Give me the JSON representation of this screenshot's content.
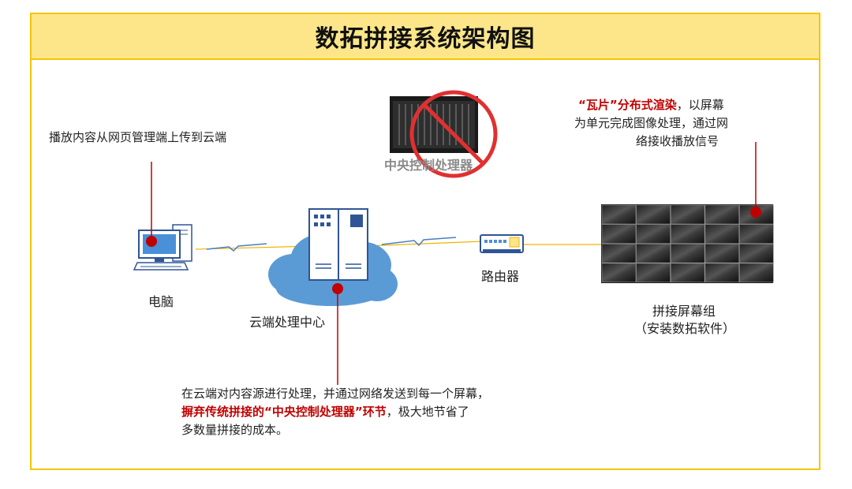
{
  "title": "数拓拼接系统架构图",
  "labels": {
    "computer": "电脑",
    "cloud_center": "云端处理中心",
    "router": "路由器",
    "screen_group_line1": "拼接屏幕组",
    "screen_group_line2": "（安装数拓软件）",
    "central_controller": "中央控制处理器"
  },
  "notes": {
    "upload": "播放内容从网页管理端上传到云端",
    "tile_red": "“瓦片”分布式渲染",
    "tile_rest1": "，以屏幕",
    "tile_line2": "为单元完成图像处理，通过网",
    "tile_line3": "络接收播放信号",
    "cloud_line1": "在云端对内容源进行处理，并通过网络发送到每一个屏幕，",
    "cloud_red": "摒弃传统拼接的“中央控制处理器”环节",
    "cloud_rest2": "，极大地节省了",
    "cloud_line3": "多数量拼接的成本。"
  },
  "colors": {
    "accent_yellow": "#f5c500",
    "title_bg": "#fde68a",
    "marker_red": "#c00000",
    "cloud_blue": "#5b9bd5",
    "connection_line": "#f0b400"
  },
  "icons": [
    "computer-icon",
    "cloud-icon",
    "server-icon",
    "router-icon",
    "video-wall-icon",
    "prohibited-icon"
  ]
}
